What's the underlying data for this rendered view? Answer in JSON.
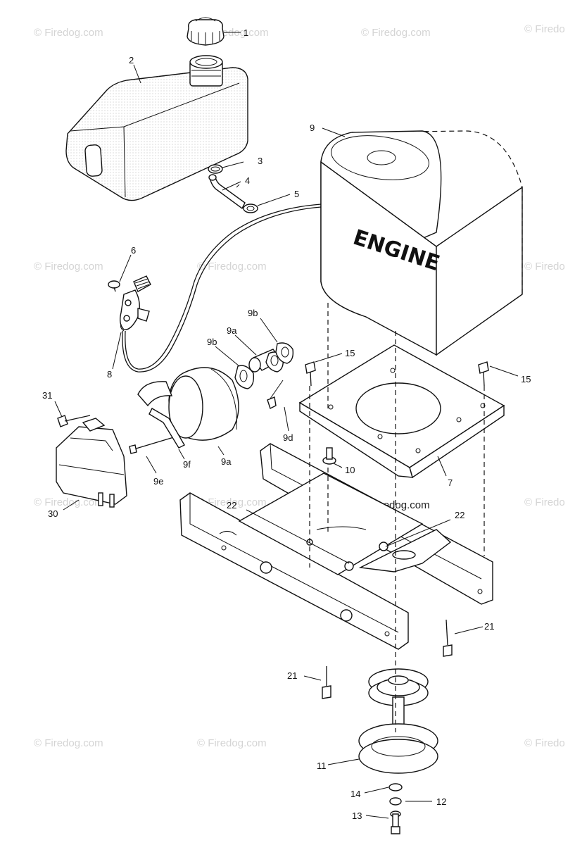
{
  "watermarks": {
    "text": "© Firedog.com",
    "partial": "© Firedo",
    "center": "© Firedog.com"
  },
  "engine_label": "ENGINE",
  "callouts": {
    "c1": "1",
    "c2": "2",
    "c3": "3",
    "c4": "4",
    "c5": "5",
    "c6": "6",
    "c7": "7",
    "c8": "8",
    "c9": "9",
    "c9a_top": "9a",
    "c9a_bottom": "9a",
    "c9b_left": "9b",
    "c9b_right": "9b",
    "c9d": "9d",
    "c9e": "9e",
    "c9f": "9f",
    "c10": "10",
    "c11": "11",
    "c12": "12",
    "c13": "13",
    "c14": "14",
    "c15_left": "15",
    "c15_right": "15",
    "c21_right": "21",
    "c21_left": "21",
    "c22_left": "22",
    "c22_right": "22",
    "c30": "30",
    "c31": "31"
  },
  "colors": {
    "line": "#111111",
    "watermark": "#d4d4d4",
    "background": "#ffffff"
  }
}
